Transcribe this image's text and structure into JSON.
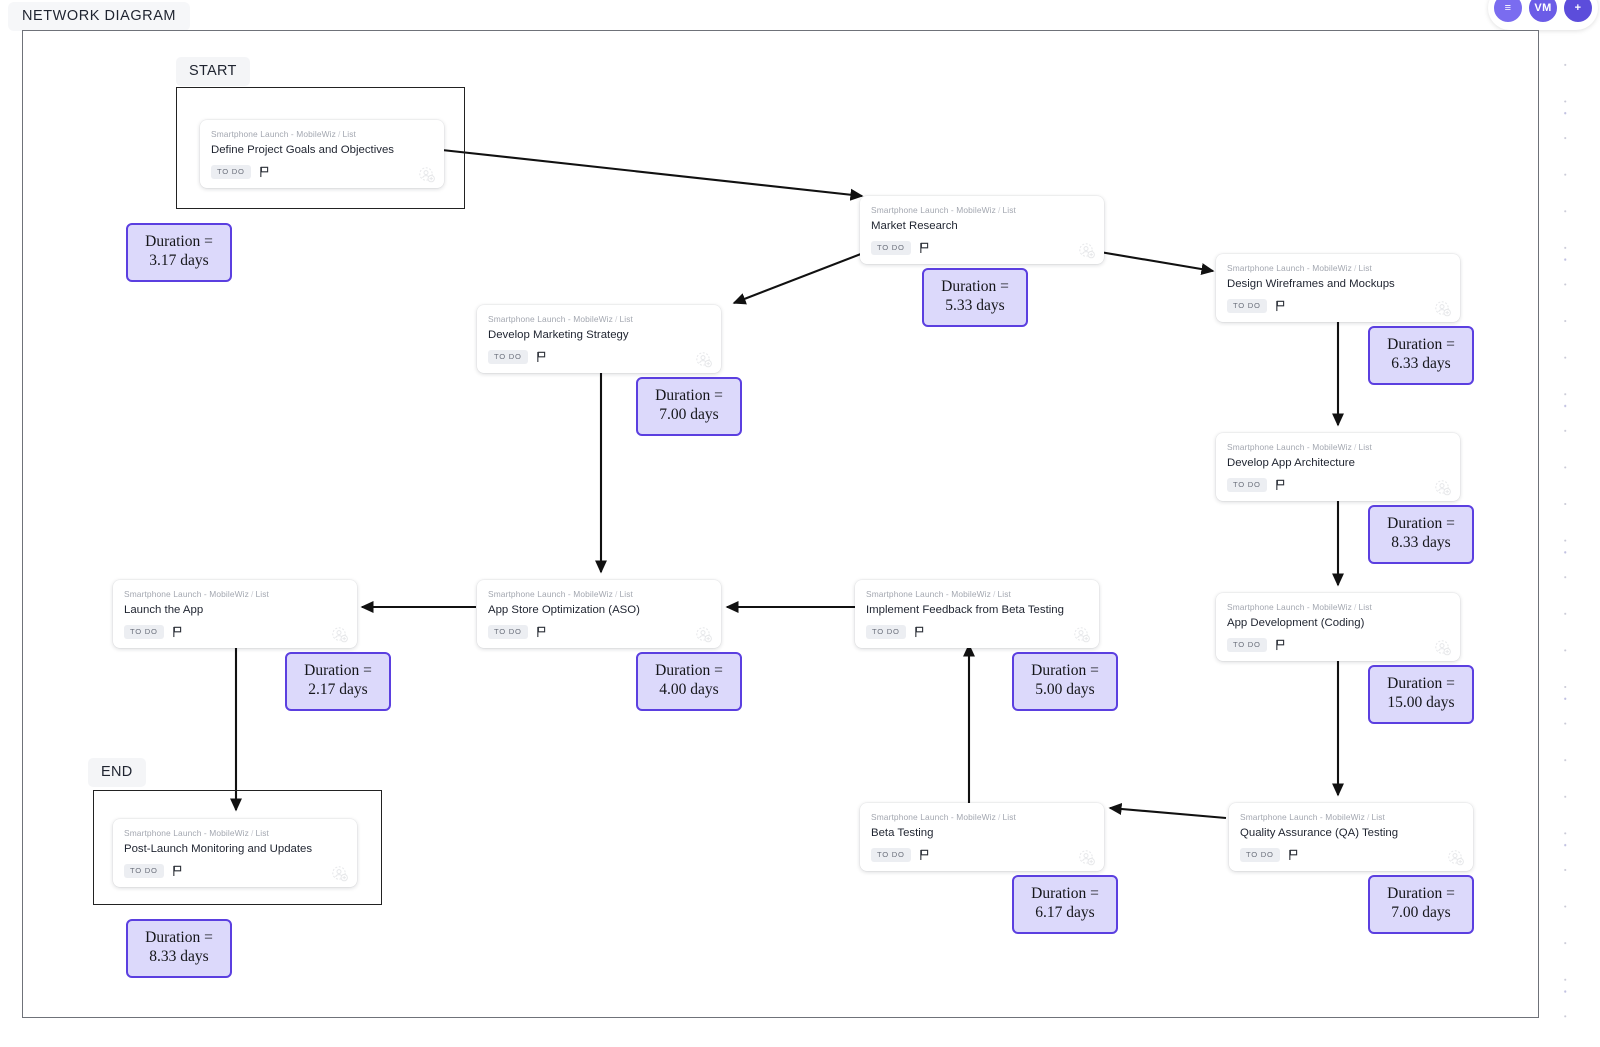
{
  "header": {
    "title": "NETWORK DIAGRAM"
  },
  "avatars": [
    {
      "name": "avatar-1",
      "initials": "≡"
    },
    {
      "name": "avatar-2",
      "initials": "VM"
    },
    {
      "name": "avatar-3",
      "initials": "+"
    }
  ],
  "groups": {
    "start_label": "START",
    "end_label": "END"
  },
  "card_defaults": {
    "breadcrumb_project": "Smartphone Launch - MobileWiz",
    "breadcrumb_view": "List",
    "status": "TO DO",
    "flag_icon": "flag-icon",
    "assignee_icon": "add-assignee-icon"
  },
  "colors": {
    "duration_fill": "#dcd9fb",
    "duration_border": "#5b3fe0",
    "avatar": "#6b5ce7",
    "badge_bg": "#eceef2",
    "frame_border": "#6f7279"
  },
  "nodes": [
    {
      "id": "define-project-goals",
      "title": "Define Project Goals and Objectives",
      "breadcrumb_project": "Smartphone Launch - MobileWiz",
      "breadcrumb_view": "List",
      "status": "TO DO"
    },
    {
      "id": "market-research",
      "title": "Market Research",
      "breadcrumb_project": "Smartphone Launch - MobileWiz",
      "breadcrumb_view": "List",
      "status": "TO DO"
    },
    {
      "id": "design-wireframes",
      "title": "Design Wireframes and Mockups",
      "breadcrumb_project": "Smartphone Launch - MobileWiz",
      "breadcrumb_view": "List",
      "status": "TO DO"
    },
    {
      "id": "develop-marketing-strategy",
      "title": "Develop Marketing Strategy",
      "breadcrumb_project": "Smartphone Launch - MobileWiz",
      "breadcrumb_view": "List",
      "status": "TO DO"
    },
    {
      "id": "develop-app-architecture",
      "title": "Develop App Architecture",
      "breadcrumb_project": "Smartphone Launch - MobileWiz",
      "breadcrumb_view": "List",
      "status": "TO DO"
    },
    {
      "id": "app-development-coding",
      "title": "App Development (Coding)",
      "breadcrumb_project": "Smartphone Launch - MobileWiz",
      "breadcrumb_view": "List",
      "status": "TO DO"
    },
    {
      "id": "launch-the-app",
      "title": "Launch the App",
      "breadcrumb_project": "Smartphone Launch - MobileWiz",
      "breadcrumb_view": "List",
      "status": "TO DO"
    },
    {
      "id": "app-store-optimization",
      "title": "App Store Optimization (ASO)",
      "breadcrumb_project": "Smartphone Launch - MobileWiz",
      "breadcrumb_view": "List",
      "status": "TO DO"
    },
    {
      "id": "implement-feedback",
      "title": "Implement Feedback from Beta Testing",
      "breadcrumb_project": "Smartphone Launch - MobileWiz",
      "breadcrumb_view": "List",
      "status": "TO DO"
    },
    {
      "id": "beta-testing",
      "title": "Beta Testing",
      "breadcrumb_project": "Smartphone Launch - MobileWiz",
      "breadcrumb_view": "List",
      "status": "TO DO"
    },
    {
      "id": "qa-testing",
      "title": "Quality Assurance (QA) Testing",
      "breadcrumb_project": "Smartphone Launch - MobileWiz",
      "breadcrumb_view": "List",
      "status": "TO DO"
    },
    {
      "id": "post-launch-monitoring",
      "title": "Post-Launch Monitoring and Updates",
      "breadcrumb_project": "Smartphone Launch - MobileWiz",
      "breadcrumb_view": "List",
      "status": "TO DO"
    }
  ],
  "durations": [
    {
      "id": "duration-define-project-goals",
      "for": "define-project-goals",
      "line1": "Duration =",
      "line2": "3.17 days",
      "value": 3.17,
      "unit": "days"
    },
    {
      "id": "duration-market-research",
      "for": "market-research",
      "line1": "Duration =",
      "line2": "5.33 days",
      "value": 5.33,
      "unit": "days"
    },
    {
      "id": "duration-design-wireframes",
      "for": "design-wireframes",
      "line1": "Duration =",
      "line2": "6.33 days",
      "value": 6.33,
      "unit": "days"
    },
    {
      "id": "duration-develop-marketing-strategy",
      "for": "develop-marketing-strategy",
      "line1": "Duration =",
      "line2": "7.00 days",
      "value": 7.0,
      "unit": "days"
    },
    {
      "id": "duration-develop-app-architecture",
      "for": "develop-app-architecture",
      "line1": "Duration =",
      "line2": "8.33 days",
      "value": 8.33,
      "unit": "days"
    },
    {
      "id": "duration-app-development-coding",
      "for": "app-development-coding",
      "line1": "Duration =",
      "line2": "15.00 days",
      "value": 15.0,
      "unit": "days"
    },
    {
      "id": "duration-launch-the-app",
      "for": "launch-the-app",
      "line1": "Duration =",
      "line2": "2.17 days",
      "value": 2.17,
      "unit": "days"
    },
    {
      "id": "duration-app-store-optimization",
      "for": "app-store-optimization",
      "line1": "Duration =",
      "line2": "4.00 days",
      "value": 4.0,
      "unit": "days"
    },
    {
      "id": "duration-implement-feedback",
      "for": "implement-feedback",
      "line1": "Duration =",
      "line2": "5.00 days",
      "value": 5.0,
      "unit": "days"
    },
    {
      "id": "duration-beta-testing",
      "for": "beta-testing",
      "line1": "Duration =",
      "line2": "6.17 days",
      "value": 6.17,
      "unit": "days"
    },
    {
      "id": "duration-qa-testing",
      "for": "qa-testing",
      "line1": "Duration =",
      "line2": "7.00 days",
      "value": 7.0,
      "unit": "days"
    },
    {
      "id": "duration-post-launch-monitoring",
      "for": "post-launch-monitoring",
      "line1": "Duration =",
      "line2": "8.33 days",
      "value": 8.33,
      "unit": "days"
    }
  ],
  "edges": [
    {
      "from": "define-project-goals",
      "to": "market-research"
    },
    {
      "from": "market-research",
      "to": "develop-marketing-strategy"
    },
    {
      "from": "market-research",
      "to": "design-wireframes"
    },
    {
      "from": "design-wireframes",
      "to": "develop-app-architecture"
    },
    {
      "from": "develop-app-architecture",
      "to": "app-development-coding"
    },
    {
      "from": "app-development-coding",
      "to": "qa-testing"
    },
    {
      "from": "qa-testing",
      "to": "beta-testing"
    },
    {
      "from": "beta-testing",
      "to": "implement-feedback"
    },
    {
      "from": "implement-feedback",
      "to": "app-store-optimization"
    },
    {
      "from": "develop-marketing-strategy",
      "to": "app-store-optimization"
    },
    {
      "from": "app-store-optimization",
      "to": "launch-the-app"
    },
    {
      "from": "launch-the-app",
      "to": "post-launch-monitoring"
    }
  ]
}
